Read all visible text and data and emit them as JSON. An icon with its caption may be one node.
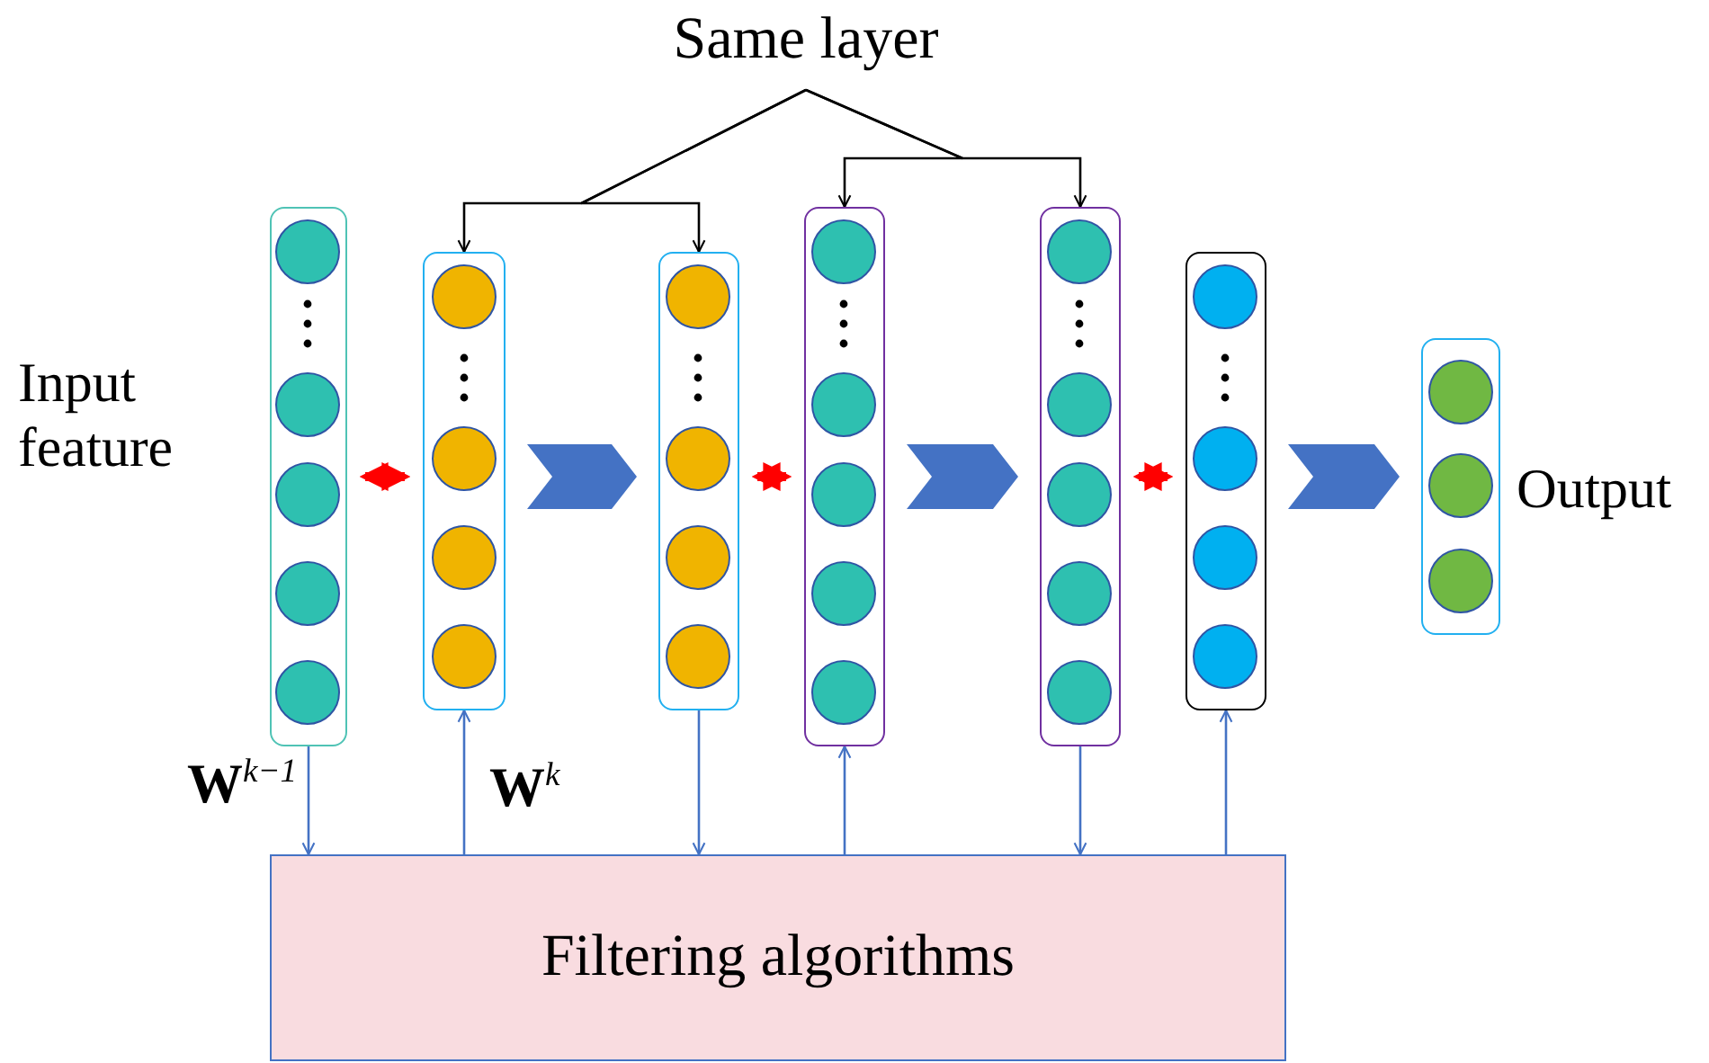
{
  "diagram": {
    "nodes": [
      {
        "text": [
          "Same layer"
        ]
      },
      {
        "text": [],
        "shape": "box",
        "beside": [
          "Input feature"
        ]
      },
      {
        "text": [],
        "shape": "box"
      },
      {
        "text": [],
        "shape": "box"
      },
      {
        "text": [],
        "shape": "box"
      },
      {
        "text": [],
        "shape": "box"
      },
      {
        "text": [],
        "shape": "box"
      },
      {
        "text": [],
        "shape": "box",
        "beside": [
          "Output"
        ]
      },
      {
        "text": [
          "Filtering algorithms"
        ]
      }
    ],
    "edges": [
      {
        "from": 0,
        "to": 2,
        "arrow": "to",
        "color": "#000000"
      },
      {
        "from": 0,
        "to": 3,
        "arrow": "to",
        "color": "#000000"
      },
      {
        "from": 0,
        "to": 4,
        "arrow": "to",
        "color": "#000000"
      },
      {
        "from": 0,
        "to": 5,
        "arrow": "to",
        "color": "#000000"
      },
      {
        "from": 1,
        "to": 2,
        "arrow": "both",
        "style": "thick",
        "color": "#ff0000"
      },
      {
        "from": 2,
        "to": 3,
        "arrow": "to",
        "style": "thick"
      },
      {
        "from": 3,
        "to": 4,
        "arrow": "both",
        "style": "thick",
        "color": "#ff0000"
      },
      {
        "from": 4,
        "to": 5,
        "arrow": "to",
        "style": "thick"
      },
      {
        "from": 5,
        "to": 6,
        "arrow": "both",
        "style": "thick",
        "color": "#ff0000"
      },
      {
        "from": 6,
        "to": 7,
        "arrow": "to",
        "style": "thick"
      },
      {
        "from": 1,
        "to": 8,
        "arrow": "to"
      },
      {
        "from": 8,
        "to": 2,
        "arrow": "to"
      },
      {
        "from": 3,
        "to": 8,
        "arrow": "to"
      },
      {
        "from": 8,
        "to": 4,
        "arrow": "to"
      },
      {
        "from": 5,
        "to": 8,
        "arrow": "to"
      },
      {
        "from": 8,
        "to": 6,
        "arrow": "to"
      }
    ],
    "labels": [
      "**W**$^{k−1}$",
      "**W**$^{k}$"
    ]
  }
}
